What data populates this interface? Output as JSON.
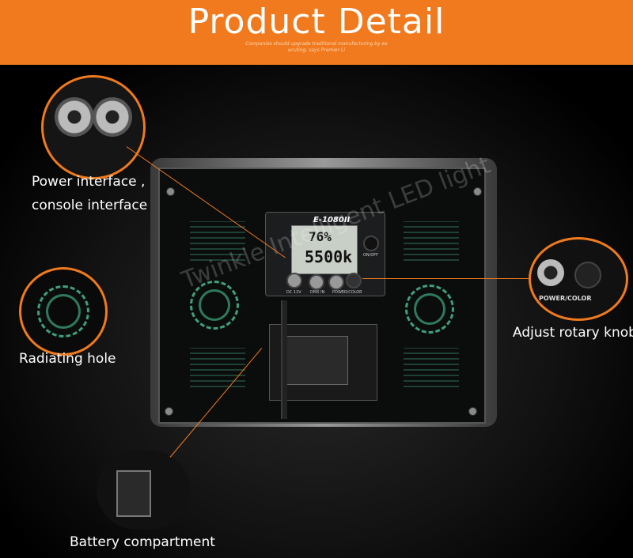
{
  "banner": {
    "title": "Product Detail",
    "subtitle_line1": "Companies should upgrade traditional manufacturing by ex",
    "subtitle_line2": "ecuting, says Premier Li"
  },
  "device": {
    "model": "E-1080II",
    "lcd_percent": "76%",
    "lcd_temperature": "5500k",
    "port_labels": [
      "DC 12V",
      "DMX IN",
      "POWER/COLOR"
    ],
    "knob_label": "POWER/COLOR",
    "on_off_label": "ON/OFF"
  },
  "watermark": "Twinkle Intelligent LED light",
  "callouts": {
    "power_interface": "Power interface ,",
    "console_interface": "console interface",
    "radiating_hole": "Radiating hole",
    "rotary_knob": "Adjust rotary knob",
    "battery": "Battery compartment"
  },
  "colors": {
    "accent": "#f07a1d"
  }
}
